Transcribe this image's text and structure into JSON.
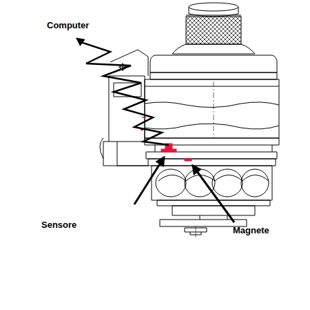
{
  "diagram": {
    "labels": [
      "Computer",
      "Sensore",
      "Magnete"
    ]
  }
}
